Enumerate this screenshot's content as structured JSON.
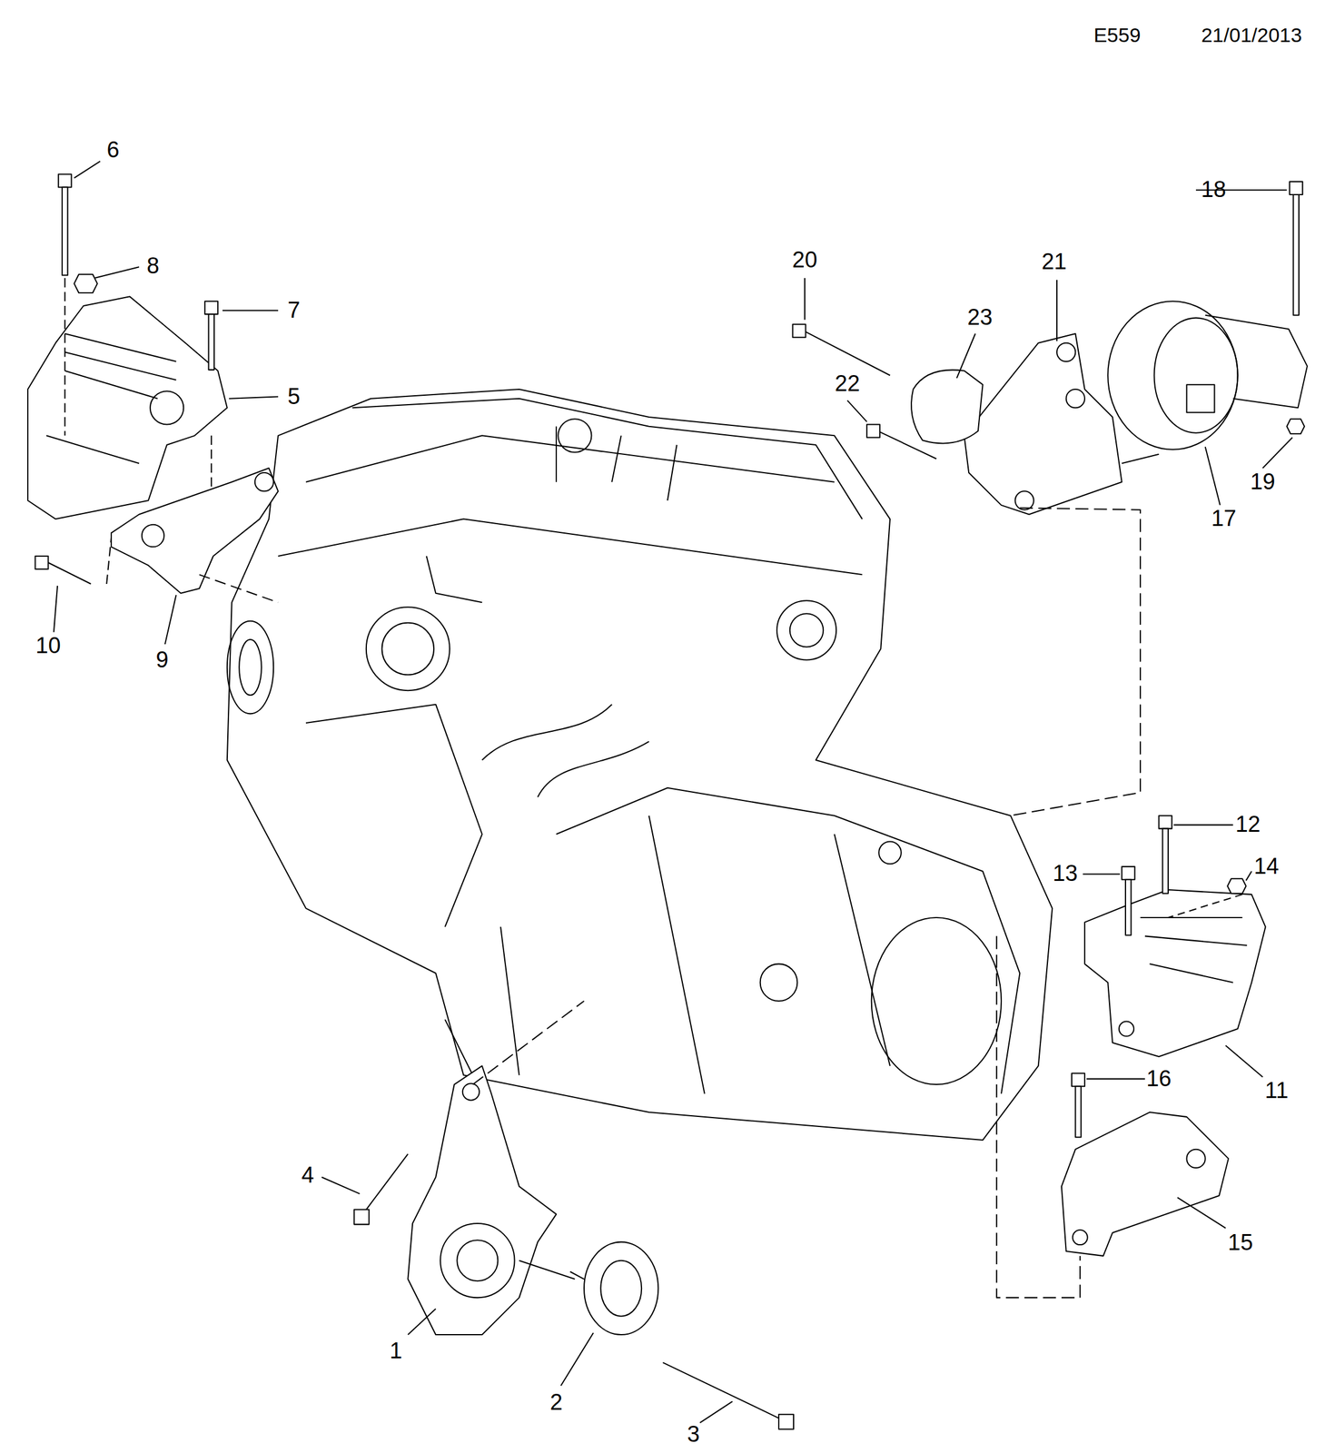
{
  "diagram": {
    "labels": [
      "E559",
      "21/01/2013",
      "1",
      "2",
      "3",
      "4",
      "5",
      "6",
      "7",
      "8",
      "9",
      "10",
      "11",
      "12",
      "13",
      "14",
      "15",
      "16",
      "17",
      "18",
      "19",
      "20",
      "21",
      "22",
      "23"
    ]
  }
}
